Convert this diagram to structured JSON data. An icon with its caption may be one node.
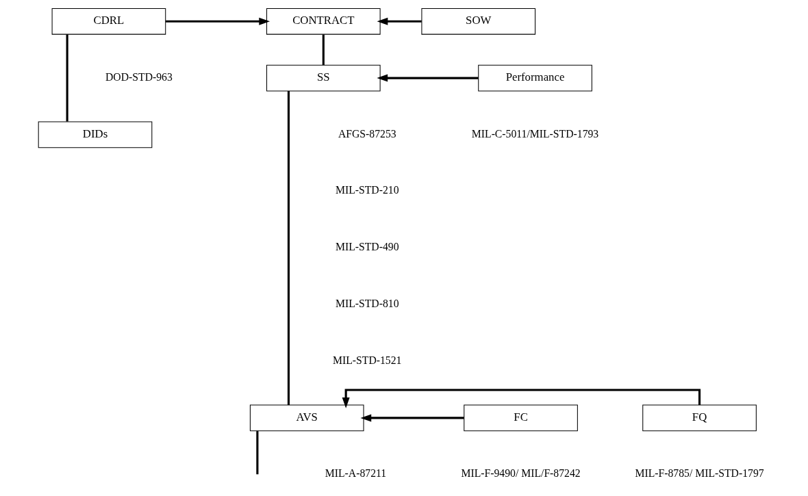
{
  "diagram": {
    "nodes": [
      {
        "text": [
          "CDRL"
        ]
      },
      {
        "text": [
          "CONTRACT"
        ]
      },
      {
        "text": [
          "SOW"
        ]
      },
      {
        "text": [
          "DIDs"
        ]
      },
      {
        "text": [
          "SS"
        ]
      },
      {
        "text": [
          "Performance"
        ]
      },
      {
        "text": [
          "FC"
        ]
      },
      {
        "text": [
          "AVS"
        ]
      },
      {
        "text": [
          "FQ"
        ]
      }
    ],
    "edges": [
      {
        "from": 0,
        "to": 1,
        "arrow": "to"
      },
      {
        "from": 2,
        "to": 1,
        "arrow": "to"
      },
      {
        "from": 0,
        "to": 3,
        "arrow": "none"
      },
      {
        "from": 1,
        "to": 4,
        "arrow": "none"
      },
      {
        "from": 5,
        "to": 4,
        "arrow": "to"
      },
      {
        "from": 4,
        "to": 7,
        "arrow": "none"
      },
      {
        "from": 6,
        "to": 7,
        "arrow": "to"
      },
      {
        "from": 8,
        "to": 7,
        "arrow": "to"
      },
      {
        "from": 7,
        "to": null,
        "arrow": "none"
      }
    ],
    "labels": [
      "DOD-STD-963",
      "AFGS-87253",
      "MIL-STD-210",
      "MIL-STD-490",
      "MIL-STD-810",
      "MIL-STD-1521",
      "MIL-C-5011/MIL-STD-1793",
      "MIL-F-9490/ MIL/F-87242",
      "MIL-A-87211",
      "MIL-F-8785/ MIL-STD-1797"
    ]
  }
}
